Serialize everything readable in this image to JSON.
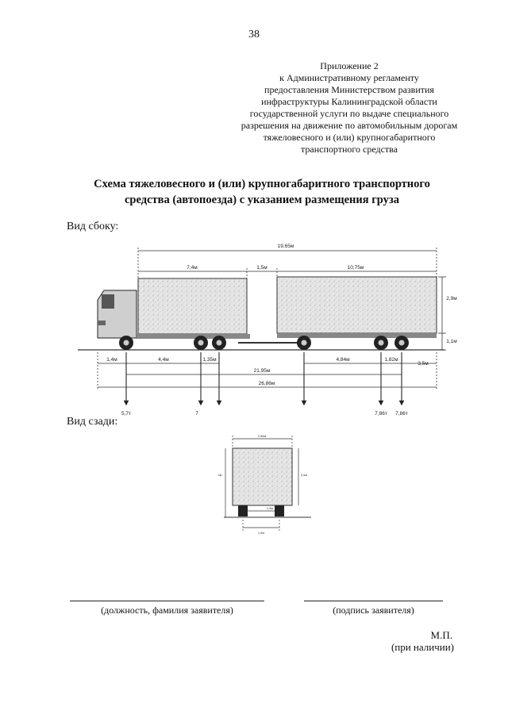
{
  "page_number": "38",
  "appendix_lines": [
    "Приложение 2",
    "к Административному регламенту",
    "предоставления Министерством развития",
    "инфраструктуры Калининградской области",
    "государственной услуги по выдаче специального",
    "разрешения на движение по автомобильным дорогам",
    "тяжеловесного и (или) крупногабаритного",
    "транспортного средства"
  ],
  "title_lines": [
    "Схема тяжеловесного и (или) крупногабаритного транспортного",
    "средства (автопоезда) с указанием размещения груза"
  ],
  "side_view": {
    "label": "Вид сбоку:",
    "dim_total_length": "19,65м",
    "dim_body1": "7,4м",
    "dim_gap": "1,5м",
    "dim_body2": "10,75м",
    "dim_body_height": "2,9м",
    "dim_platform_height": "1,1м",
    "dim_front": "1,4м",
    "dim_wheelbase1": "4,4м",
    "dim_axle_gap1": "1,35м",
    "dim_wheelbase2": "4,84м",
    "dim_axle_gap2": "1,82м",
    "dim_rear": "3,5м",
    "dim_axles_span": "21,95м",
    "dim_overall": "26,86м",
    "axle_loads": [
      "5,7т",
      "7",
      "",
      "",
      "7,86т",
      "7,86т"
    ]
  },
  "rear_view": {
    "label": "Вид сзади:",
    "dim_width": "2,55м",
    "dim_height_left": "4м",
    "dim_height_right": "2,9м",
    "dim_wheel_gap": "1,9м",
    "dim_track": "1,9м"
  },
  "signature": {
    "left_label": "(должность, фамилия заявителя)",
    "right_label": "(подпись заявителя)"
  },
  "seal": {
    "label": "М.П.",
    "note": "(при наличии)"
  }
}
